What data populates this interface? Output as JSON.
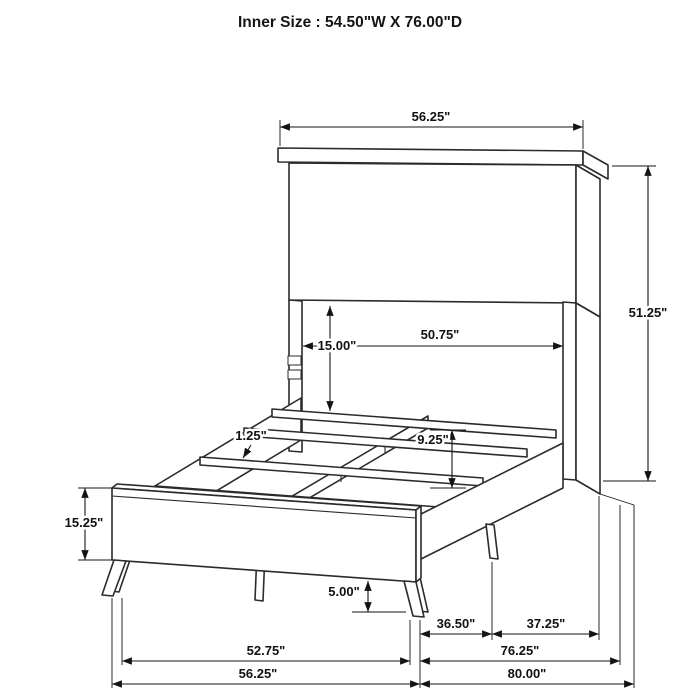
{
  "title": "Inner Size : 54.50\"W X 76.00\"D",
  "dims": {
    "top_width": "56.25\"",
    "headboard_height": "51.25\"",
    "inner_width": "50.75\"",
    "headboard_to_slat": "15.00\"",
    "slat_thickness": "1.25\"",
    "rail_height": "9.25\"",
    "footboard_height": "15.25\"",
    "floor_clearance": "5.00\"",
    "span_rear": "36.50\"",
    "span_front": "37.25\"",
    "footboard_leg_span": "52.75\"",
    "inner_depth": "76.25\"",
    "footboard_width": "56.25\"",
    "overall_depth": "80.00\""
  }
}
